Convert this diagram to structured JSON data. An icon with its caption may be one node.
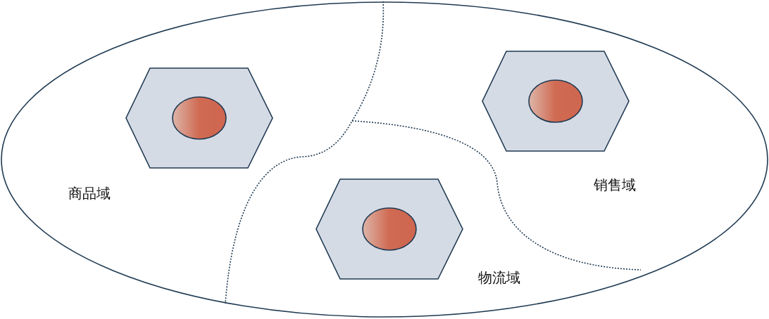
{
  "diagram": {
    "labels": [
      "商品域",
      "销售域",
      "物流域"
    ]
  }
}
